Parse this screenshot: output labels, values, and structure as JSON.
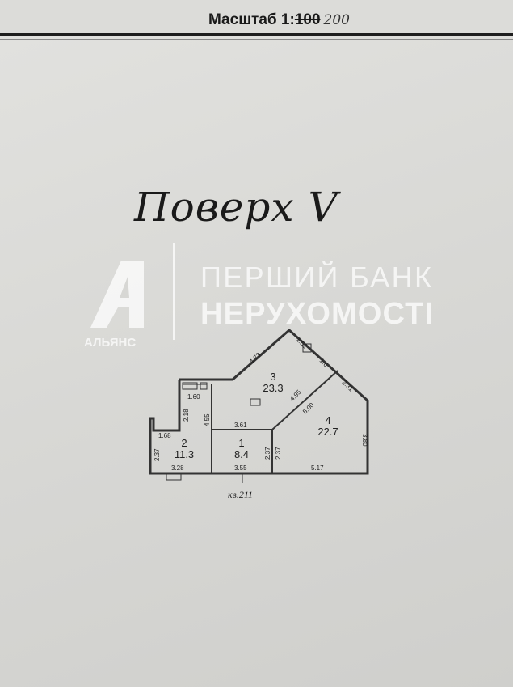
{
  "header": {
    "scale_label": "Масштаб 1:",
    "scale_struck": "100",
    "scale_handwritten": "200"
  },
  "title": "Поверх V",
  "watermark": {
    "logo_letter": "А",
    "logo_text": "АЛЬЯНС",
    "line1": "ПЕРШИЙ БАНК",
    "line2": "НЕРУХОМОСТІ"
  },
  "plan": {
    "rooms": [
      {
        "number": "1",
        "area": "8.4"
      },
      {
        "number": "2",
        "area": "11.3"
      },
      {
        "number": "3",
        "area": "23.3"
      },
      {
        "number": "4",
        "area": "22.7"
      }
    ],
    "dimensions": [
      "4.73",
      "1.52",
      "1.6",
      "2.31",
      "1.60",
      "2.18",
      "4.55",
      "3.61",
      "4.95",
      "5.00",
      "1.68",
      "2.37",
      "2.37",
      "2.37",
      "3.80",
      "3.28",
      "3.55",
      "5.17"
    ],
    "apartment_label": "кв.211"
  }
}
